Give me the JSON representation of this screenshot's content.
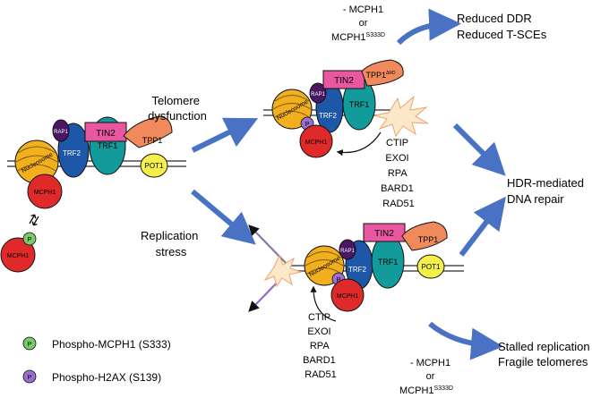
{
  "colors": {
    "arrow": "#4a72c4",
    "tin2": "#e8579f",
    "tpp1": "#f08a5d",
    "pot1": "#f4ef4a",
    "trf1": "#139b9b",
    "trf2": "#1f57a8",
    "rap1": "#4b1763",
    "nucleosome": "#f2b01e",
    "mcph1": "#e02a2a",
    "phospho_mcph1": "#7cc96a",
    "phospho_h2ax": "#9a6fd0",
    "dna": "#7a7a7a",
    "damage": "#fbe8c8"
  },
  "proteins": {
    "tin2": "TIN2",
    "tpp1": "TPP1",
    "tpp1_mutant": "TPP1",
    "tpp1_mutant_sup": "ΔRD",
    "pot1": "POT1",
    "trf1": "TRF1",
    "trf2": "TRF2",
    "rap1": "RAP1",
    "nucleosome": "Nucleosome",
    "mcph1": "MCPH1",
    "phospho": "P"
  },
  "labels": {
    "telomere_dysfunction": [
      "Telomere",
      "dysfunction"
    ],
    "replication_stress": [
      "Replication",
      "stress"
    ],
    "hdr_repair": [
      "HDR-mediated",
      "DNA repair"
    ],
    "reduced_outcome": [
      "Reduced DDR",
      "Reduced T-SCEs"
    ],
    "stalled_outcome": [
      "Stalled replication forks",
      "Fragile telomeres"
    ],
    "condition_top": [
      "- MCPH1",
      "or",
      "MCPH1",
      "S333D"
    ],
    "condition_bottom": [
      "- MCPH1",
      "or",
      "MCPH1",
      "S333D"
    ],
    "factors_top": [
      "CTIP",
      "EXOI",
      "RPA",
      "BARD1",
      "RAD51"
    ],
    "factors_bottom": [
      "CTIP",
      "EXOI",
      "RPA",
      "BARD1",
      "RAD51"
    ],
    "equilibrium": "⇄"
  },
  "legend": {
    "phospho_mcph1": "Phospho-MCPH1 (S333)",
    "phospho_h2ax": "Phospho-H2AX (S139)"
  }
}
